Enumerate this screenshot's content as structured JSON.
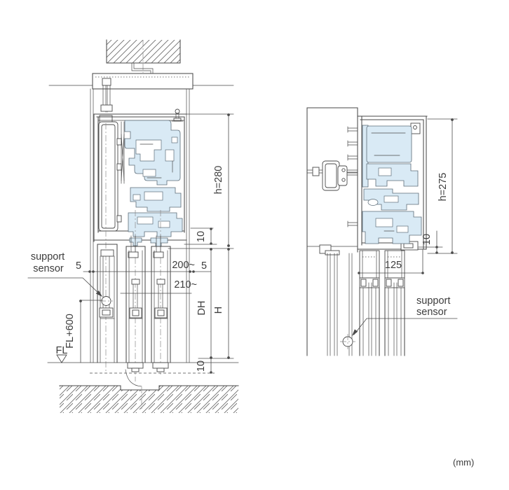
{
  "drawing": {
    "unit_note": "(mm)",
    "left_view": {
      "support_sensor": {
        "line1": "support",
        "line2": "sensor"
      },
      "dims": {
        "case_height": "h=280",
        "gap_top": "10",
        "clearance_left": "5",
        "opening_width": "200~",
        "clearance_right": "5",
        "passage_width": "210~",
        "door_height": "DH",
        "opening_height": "H",
        "sensor_height": "FL+600",
        "floor_level": "FL",
        "gap_bottom": "10"
      }
    },
    "right_view": {
      "support_sensor": {
        "line1": "support",
        "line2": "sensor"
      },
      "dims": {
        "case_height": "h=275",
        "gap_bottom": "10",
        "rail_width": "125"
      }
    }
  },
  "colors": {
    "line": "#4a4a4a",
    "dim": "#4b4b4b",
    "mech_line": "#5d6d79",
    "mechanism_fill": "#d9eaf5",
    "hatch": "#6f6f6f",
    "centerline": "#8a8a8a",
    "text": "#3c3c3c"
  }
}
